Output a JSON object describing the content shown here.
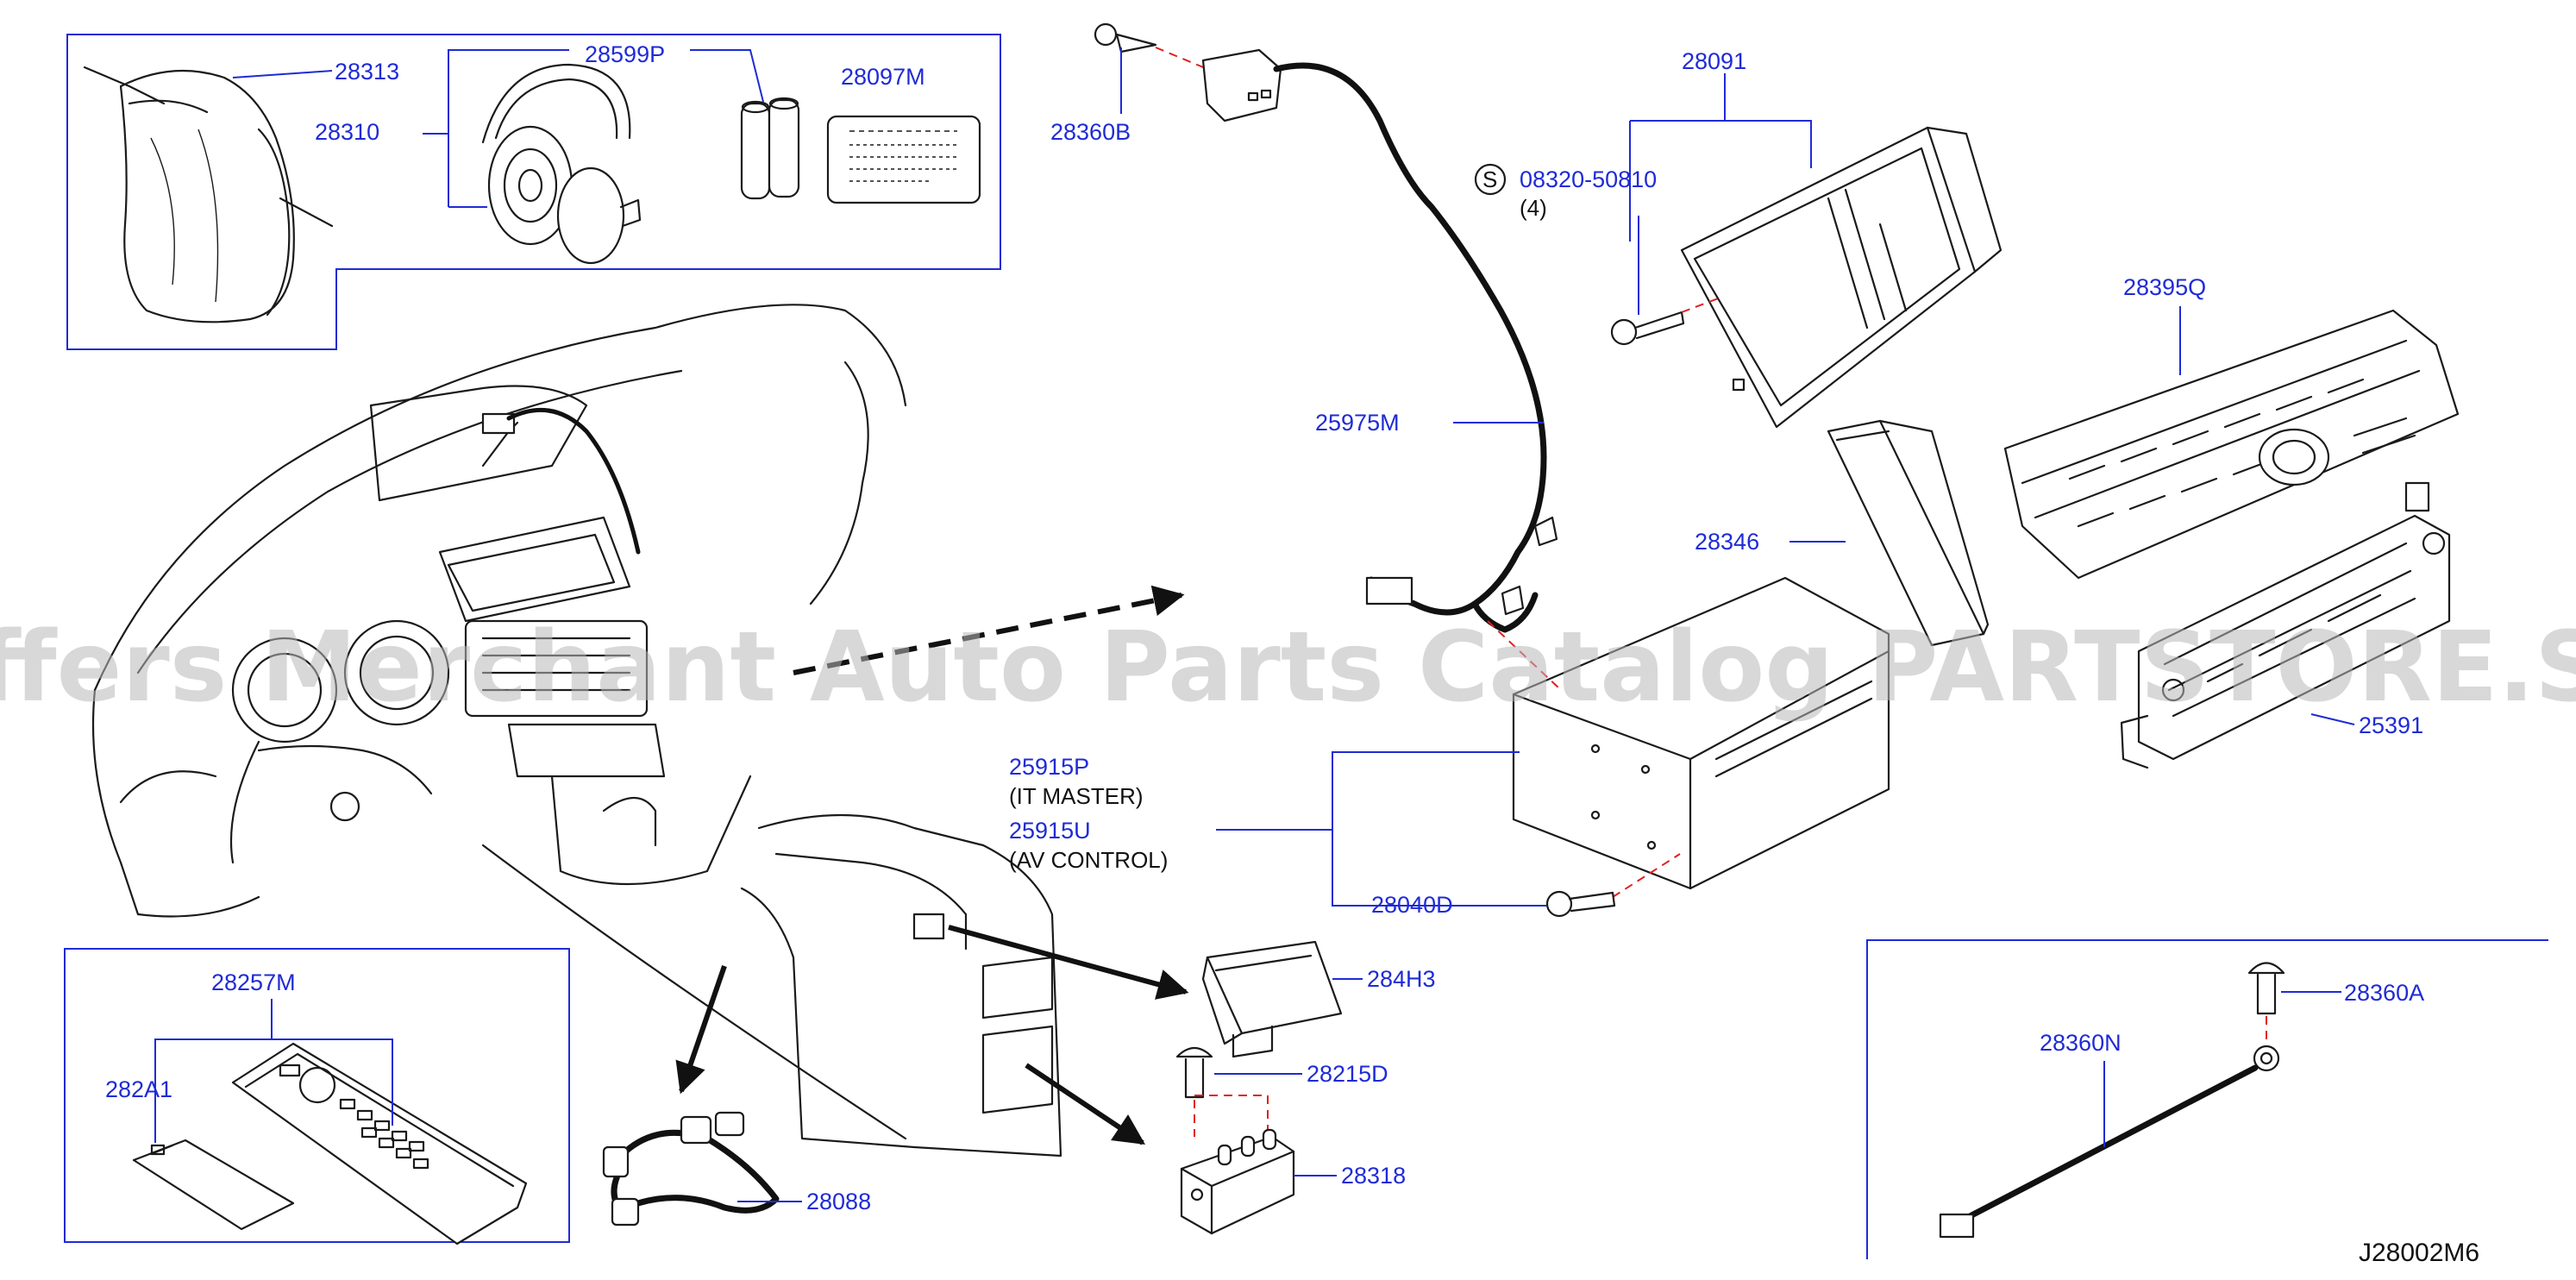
{
  "diagram_code": "J28002M6",
  "watermark": "Offers Merchant Auto Parts Catalog PARTSTORE.SA",
  "parts": {
    "p28313": "28313",
    "p28310": "28310",
    "p28599P": "28599P",
    "p28097M": "28097M",
    "p28360B": "28360B",
    "p28091": "28091",
    "screw_symbol": "S",
    "p08320_50810": "08320-50810",
    "p08320_qty": "(4)",
    "p28395Q": "28395Q",
    "p25975M": "25975M",
    "p28346": "28346",
    "p25391": "25391",
    "p25915P": "25915P",
    "p25915P_note": "(IT   MASTER)",
    "p25915U": "25915U",
    "p25915U_note": "(AV   CONTROL)",
    "p28040D": "28040D",
    "p284H3": "284H3",
    "p28215D": "28215D",
    "p28318": "28318",
    "p28360A": "28360A",
    "p28360N": "28360N",
    "p28257M": "28257M",
    "p282A1": "282A1",
    "p28088": "28088"
  },
  "colors": {
    "callout_blue": "#1f2bd6",
    "line_ink": "#1a1a1a",
    "dashed_red": "#e02020",
    "watermark_gray": "#b8b8b8"
  }
}
